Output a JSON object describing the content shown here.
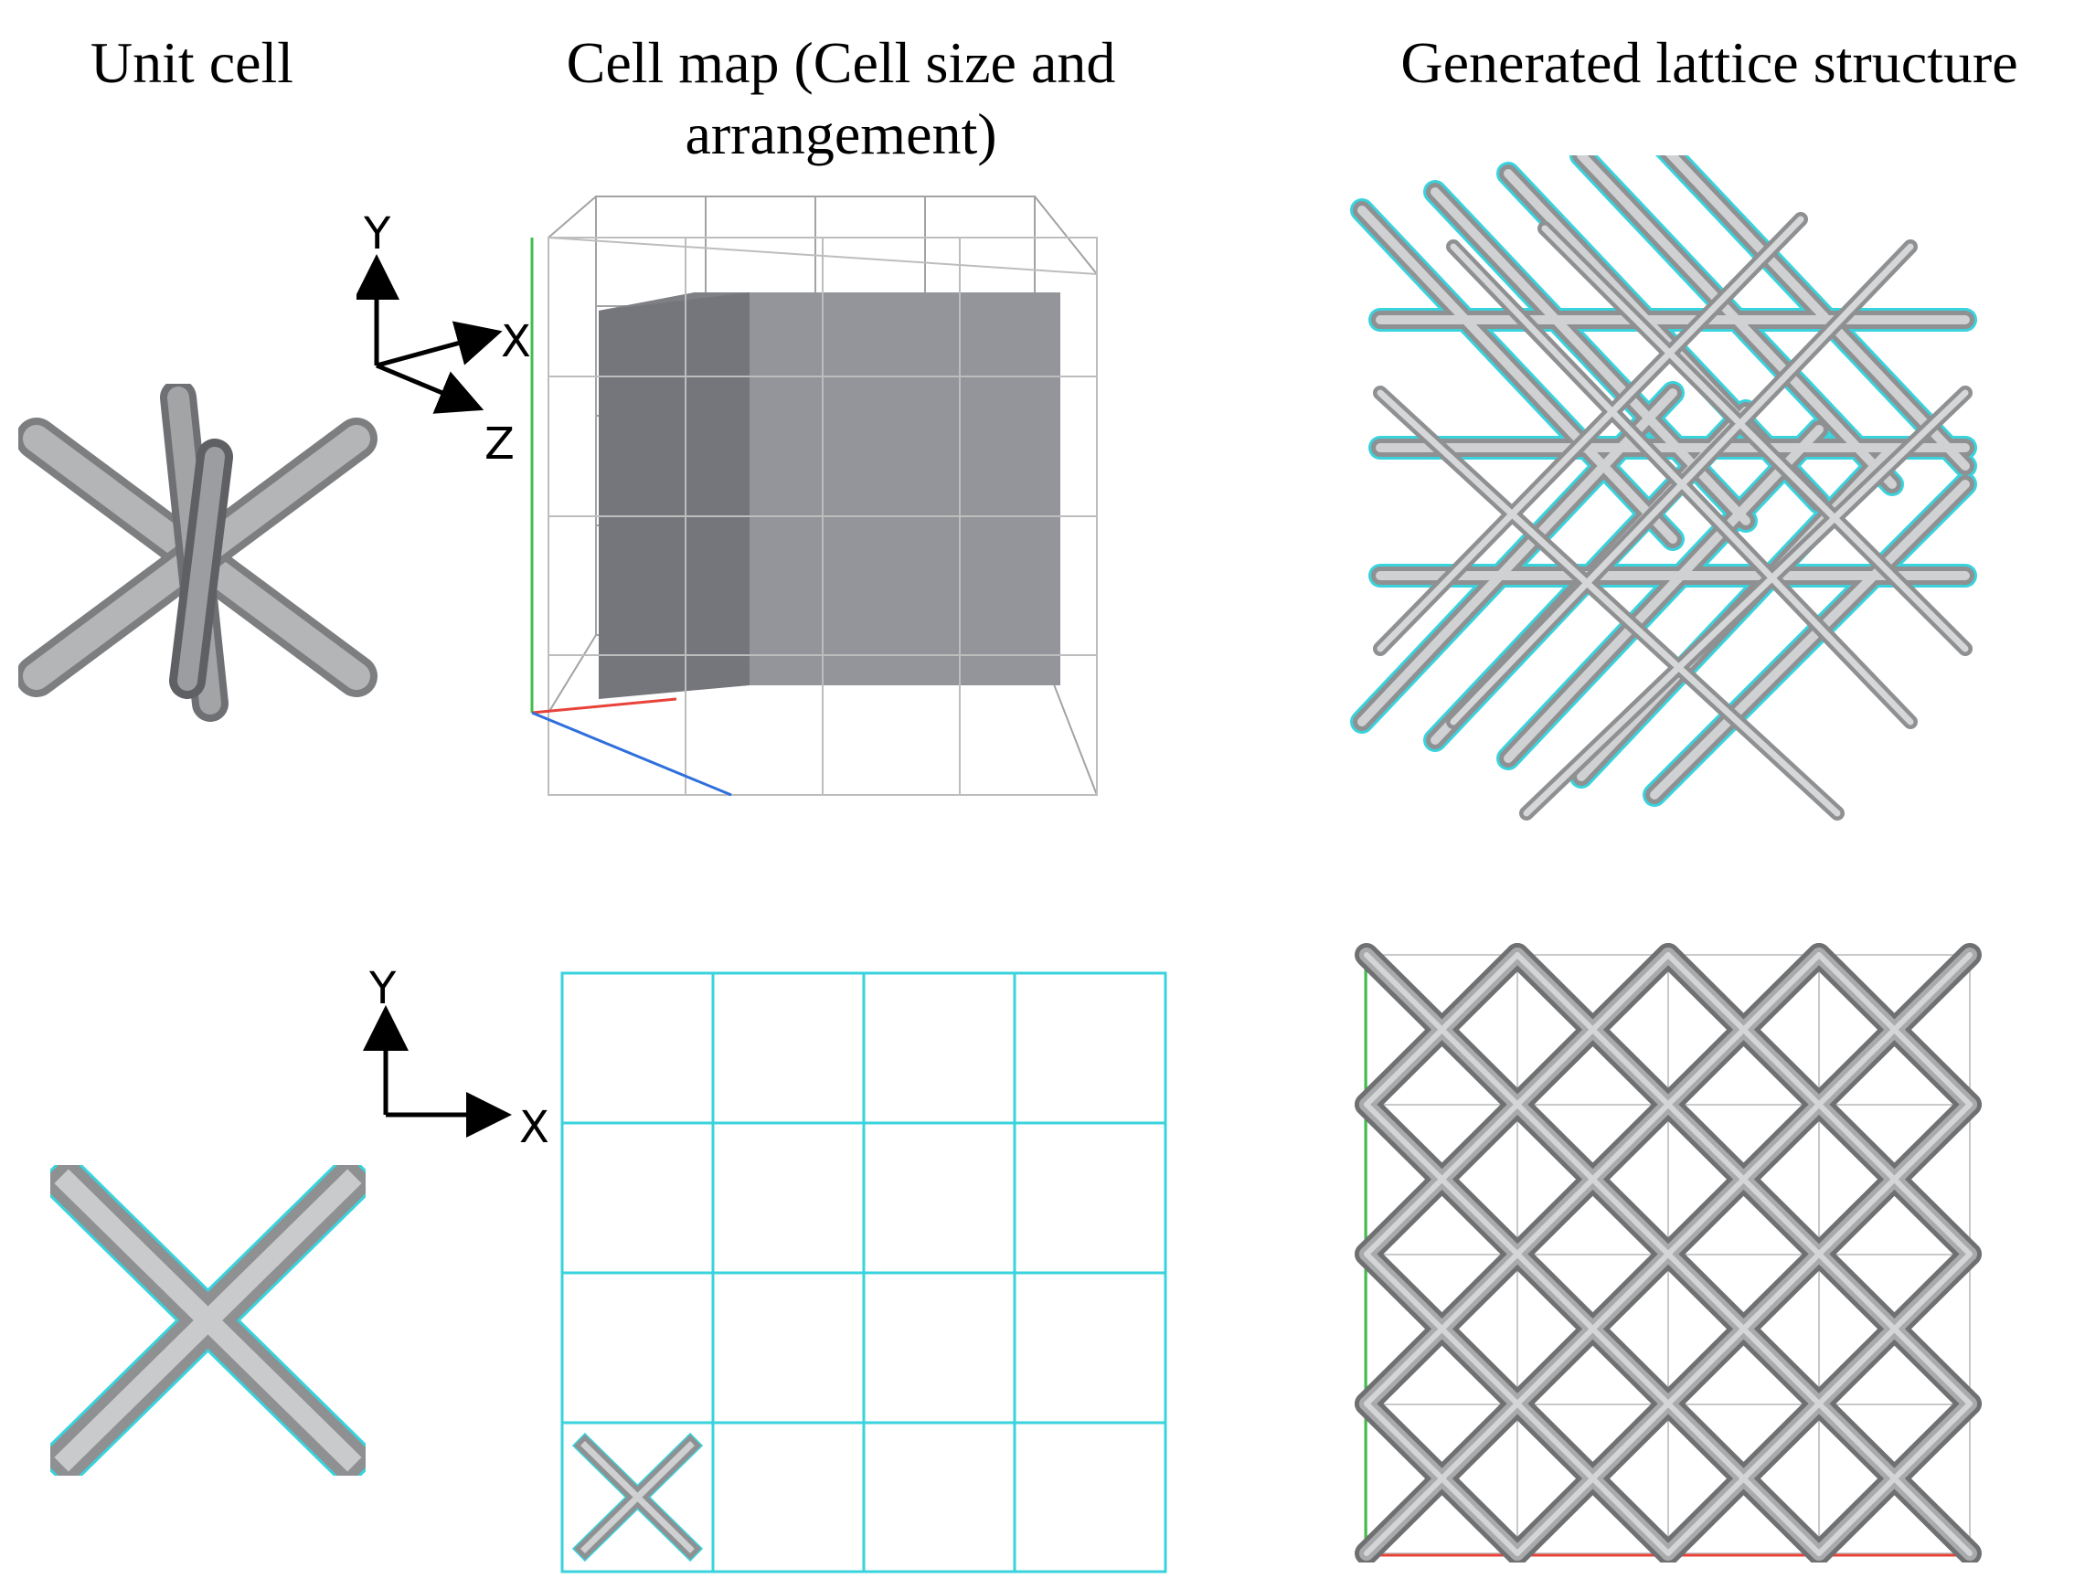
{
  "headers": {
    "unit_cell": "Unit cell",
    "cell_map_line1": "Cell map (Cell size and",
    "cell_map_line2": "arrangement)",
    "lattice": "Generated lattice structure"
  },
  "axes_3d": {
    "y": "Y",
    "x": "X",
    "z": "Z"
  },
  "axes_2d": {
    "y": "Y",
    "x": "X"
  },
  "colors": {
    "strut": "#a8a9ab",
    "strut_dark": "#7d7e80",
    "outline": "#39d3dd",
    "cube_front": "#93959a",
    "cube_side": "#6e7075",
    "grid": "#a0a0a0",
    "axis_red": "#e8433a",
    "axis_green": "#3fbf4a",
    "axis_blue": "#2f6fdc"
  },
  "icons": [
    "unit-cell-3d-icon",
    "unit-cell-2d-icon",
    "lattice-3d-icon",
    "lattice-2d-icon",
    "cube-icon"
  ],
  "cell_map_grid": {
    "rows": 4,
    "cols": 4
  },
  "lattice_grid": {
    "rows": 4,
    "cols": 4
  }
}
